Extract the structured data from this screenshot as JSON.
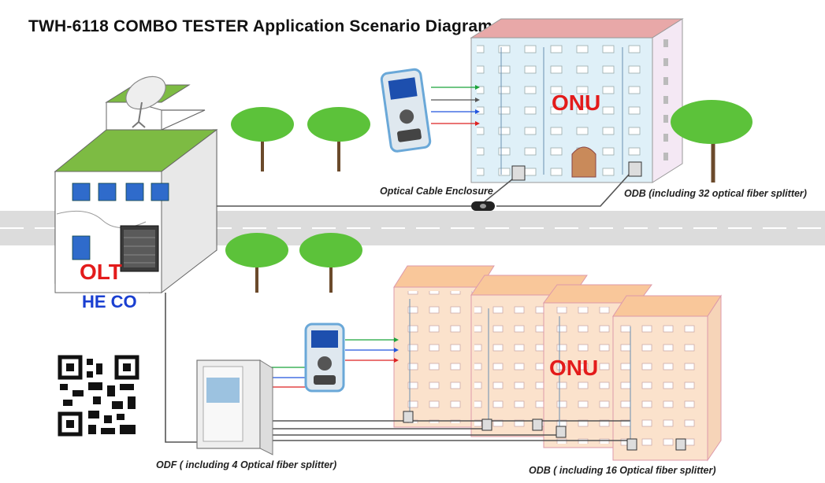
{
  "title": "TWH-6118 COMBO TESTER  Application Scenario Diagram",
  "labels": {
    "olt": "OLT",
    "he_co": "HE CO",
    "onu_top": "ONU",
    "onu_bottom": "ONU",
    "optical_cable_enclosure": "Optical Cable Enclosure",
    "odb_top": "ODB (including 32 optical fiber splitter)",
    "odf": "ODF ( including 4 Optical fiber splitter)",
    "odb_bottom": "ODB ( including 16 Optical fiber splitter)"
  },
  "colors": {
    "road": "#dcdcdc",
    "fiber": "#555555",
    "onu_building_top": "#dff0f8",
    "onu_building_bottom": "#fbe2cc",
    "tree": "#5cc23a",
    "signal_green": "#1aa33a",
    "signal_blue": "#2255dd",
    "signal_red": "#dd2222"
  },
  "icons": [
    "satellite-dish-icon",
    "qr-code-icon",
    "tester-device-icon",
    "olt-rack-icon",
    "odf-cabinet-icon",
    "splitter-box-icon",
    "cable-enclosure-icon",
    "tree-icon"
  ]
}
